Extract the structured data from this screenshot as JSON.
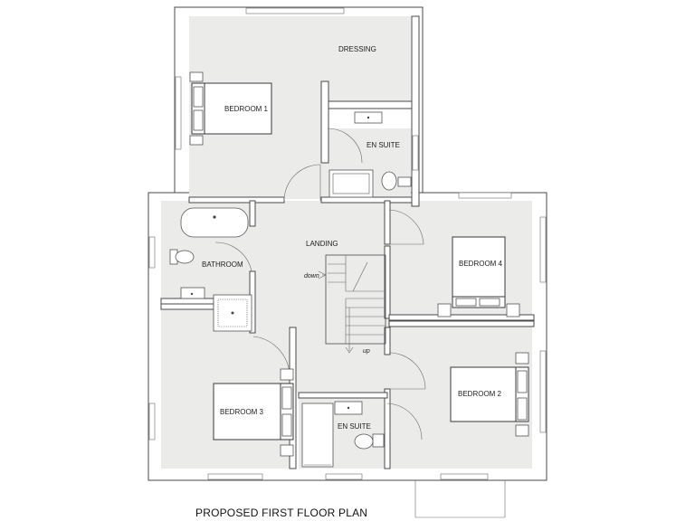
{
  "title": "PROPOSED FIRST FLOOR PLAN",
  "rooms": {
    "dressing": "DRESSING",
    "bedroom1": "BEDROOM 1",
    "ensuite1": "EN SUITE",
    "landing": "LANDING",
    "bathroom": "BATHROOM",
    "bedroom4": "BEDROOM 4",
    "bedroom3": "BEDROOM 3",
    "ensuite2": "EN SUITE",
    "bedroom2": "BEDROOM 2"
  },
  "stairs": {
    "down": "down",
    "up": "up"
  },
  "colors": {
    "room_fill": "#ebebea",
    "wall_line": "#4a4a4a"
  }
}
